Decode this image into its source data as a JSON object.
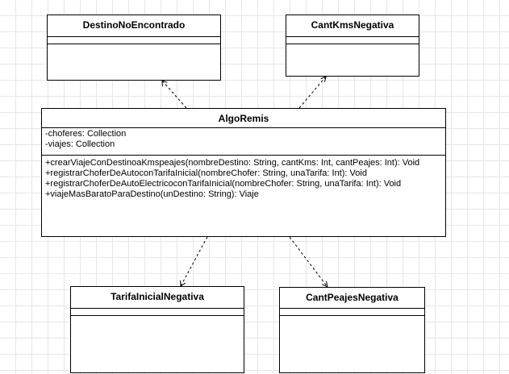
{
  "diagram": {
    "classes": {
      "destino_no_encontrado": {
        "name": "DestinoNoEncontrado",
        "attributes": [],
        "methods": []
      },
      "cant_kms_negativa": {
        "name": "CantKmsNegativa",
        "attributes": [],
        "methods": []
      },
      "algo_remis": {
        "name": "AlgoRemis",
        "attributes": [
          "-choferes: Collection",
          "-viajes: Collection"
        ],
        "methods": [
          "+crearViajeConDestinoaKmspeajes(nombreDestino: String, cantKms: Int, cantPeajes: Int): Void",
          "+registrarChoferDeAutoconTarifaInicial(nombreChofer: String, unaTarifa: Int): Void",
          "+registrarChoferDeAutoElectricoconTarifaInicial(nombreChofer: String, unaTarifa: Int): Void",
          "+viajeMasBaratoParaDestino(unDestino: String): Viaje"
        ]
      },
      "tarifa_inicial_negativa": {
        "name": "TarifaInicialNegativa",
        "attributes": [],
        "methods": []
      },
      "cant_peajes_negativa": {
        "name": "CantPeajesNegativa",
        "attributes": [],
        "methods": []
      }
    },
    "relations": [
      {
        "from": "AlgoRemis",
        "to": "DestinoNoEncontrado",
        "type": "dependency"
      },
      {
        "from": "AlgoRemis",
        "to": "CantKmsNegativa",
        "type": "dependency"
      },
      {
        "from": "AlgoRemis",
        "to": "TarifaInicialNegativa",
        "type": "dependency"
      },
      {
        "from": "AlgoRemis",
        "to": "CantPeajesNegativa",
        "type": "dependency"
      }
    ],
    "colors": {
      "line": "#000000",
      "fill": "#ffffff",
      "grid": "#e6e6e6"
    }
  }
}
